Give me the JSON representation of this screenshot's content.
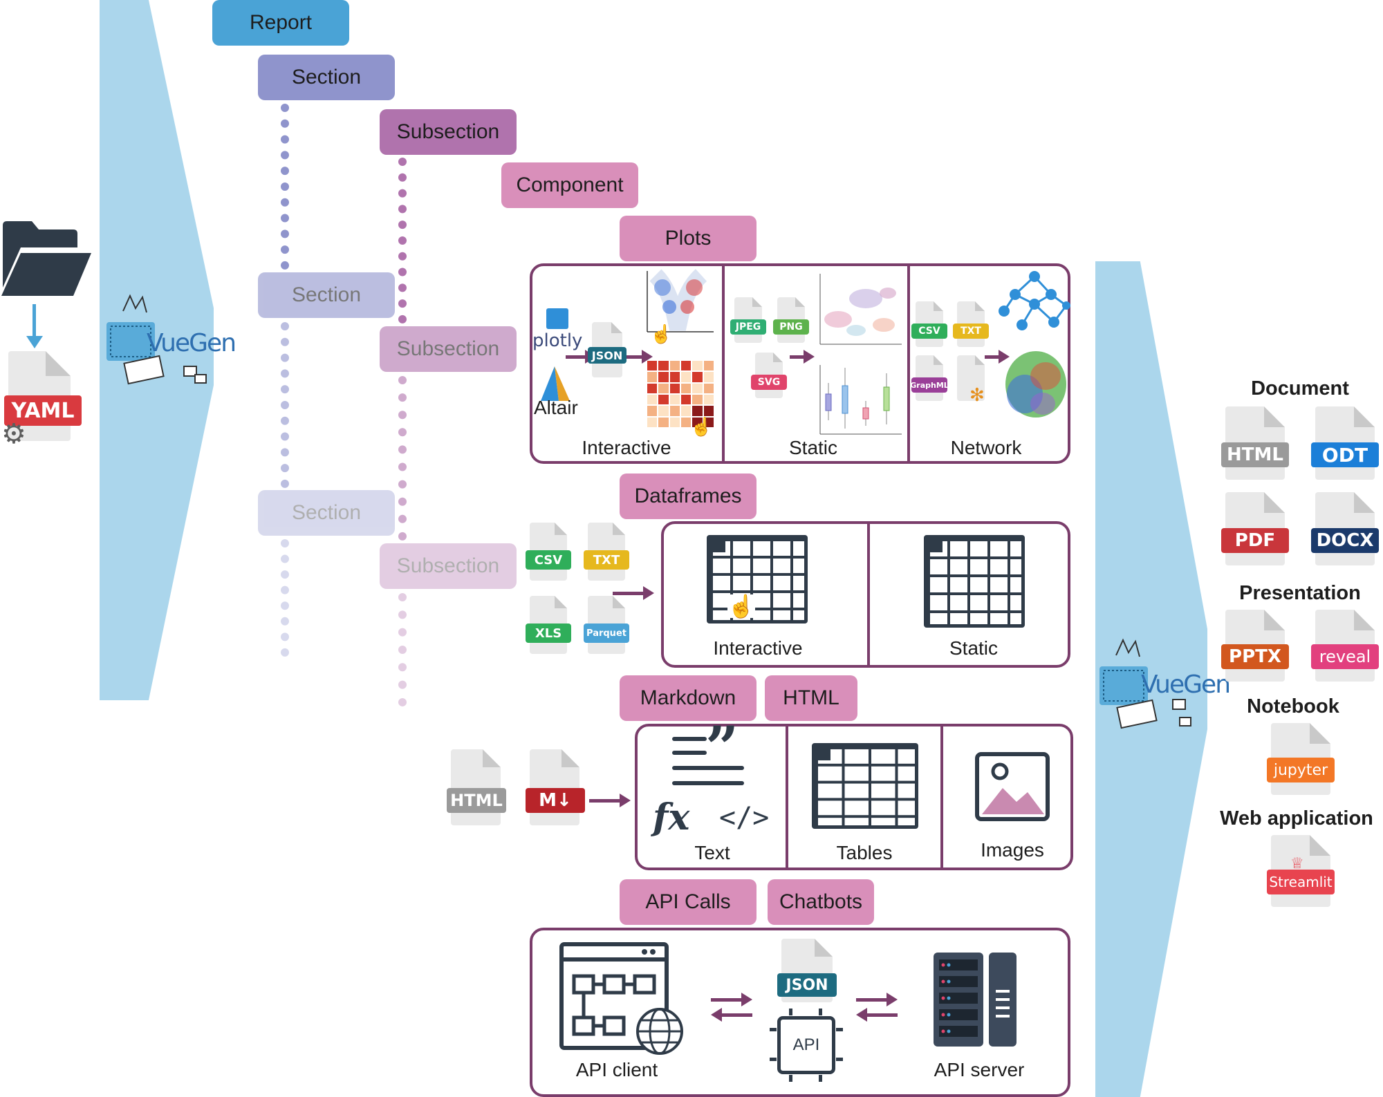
{
  "hierarchy": {
    "report": "Report",
    "section": "Section",
    "subsection": "Subsection",
    "component": "Component",
    "section_2": "Section",
    "subsection_2": "Subsection",
    "section_3": "Section",
    "subsection_3": "Subsection"
  },
  "input": {
    "yaml_label": "YAML",
    "logo_text": "VueGen"
  },
  "plots": {
    "header": "Plots",
    "plotly_label": "plotly",
    "altair_label": "Altair",
    "json_label": "JSON",
    "jpeg_label": "JPEG",
    "png_label": "PNG",
    "svg_label": "SVG",
    "csv_label": "CSV",
    "txt_label": "TXT",
    "graphml_label": "GraphML",
    "captions": [
      "Interactive",
      "Static",
      "Network"
    ]
  },
  "dataframes": {
    "header": "Dataframes",
    "csv_label": "CSV",
    "txt_label": "TXT",
    "xls_label": "XLS",
    "parquet_label": "Parquet",
    "captions": [
      "Interactive",
      "Static"
    ]
  },
  "markdown_html": {
    "header_markdown": "Markdown",
    "header_html": "HTML",
    "html_file_label": "HTML",
    "md_file_label": "M↓",
    "fx_label": "fx",
    "code_label": "</>",
    "captions": [
      "Text",
      "Tables",
      "Images"
    ]
  },
  "api": {
    "header_api": "API Calls",
    "header_chatbots": "Chatbots",
    "json_label": "JSON",
    "chip_label": "API",
    "captions": [
      "API client",
      "API server"
    ]
  },
  "output": {
    "logo_text": "VueGen",
    "document_header": "Document",
    "document_formats": [
      "HTML",
      "ODT",
      "PDF",
      "DOCX"
    ],
    "presentation_header": "Presentation",
    "presentation_formats": [
      "PPTX",
      "reveal"
    ],
    "notebook_header": "Notebook",
    "notebook_format": "jupyter",
    "webapp_header": "Web application",
    "webapp_format": "Streamlit"
  },
  "colors": {
    "report": "#4aa3d6",
    "section": "#8f94cc",
    "subsection": "#b073ad",
    "component": "#d98fba",
    "box_border": "#7a3d6b",
    "funnel": "#abd6ec",
    "dark": "#2f3b48"
  }
}
